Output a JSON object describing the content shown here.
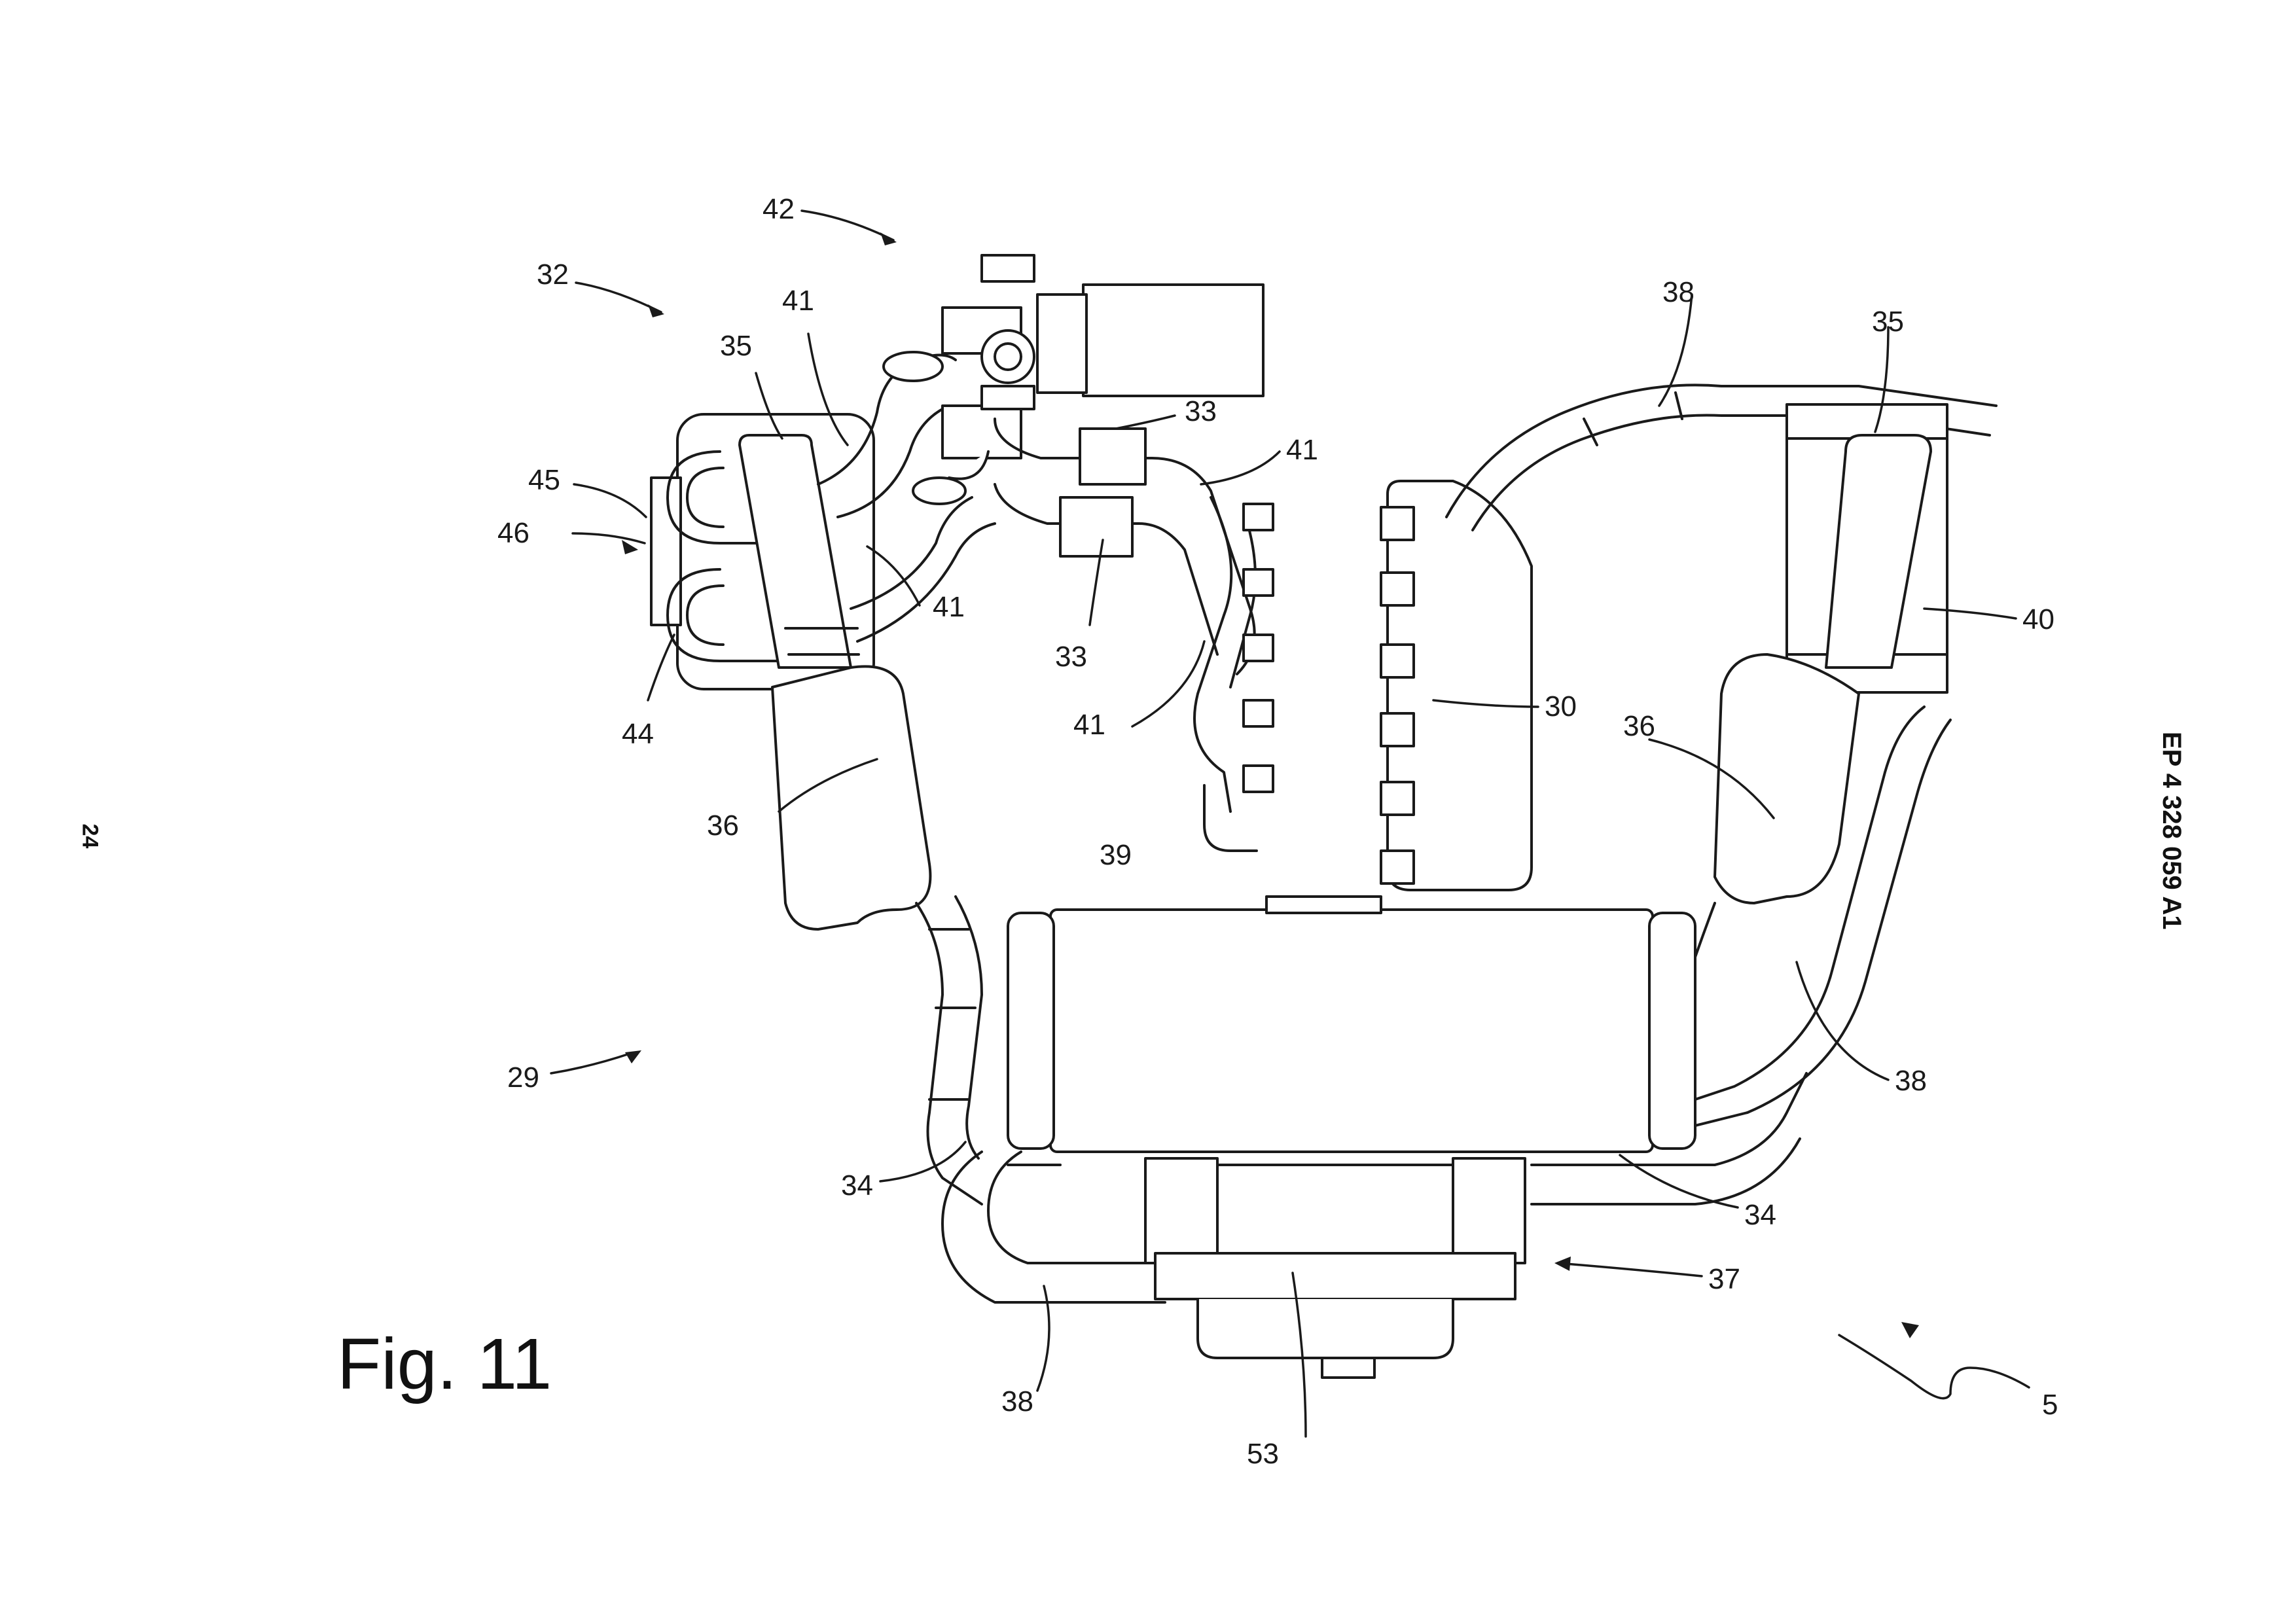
{
  "figure": {
    "caption": "Fig. 11"
  },
  "page": {
    "number": "24",
    "publication_number": "EP 4 328 059 A1"
  },
  "reference_numerals": {
    "n42": "42",
    "n32": "32",
    "n41a": "41",
    "n35a": "35",
    "n45": "45",
    "n46": "46",
    "n41b": "41",
    "n44": "44",
    "n36a": "36",
    "n33a": "33",
    "n41c": "41",
    "n33b": "33",
    "n41d": "41",
    "n38a": "38",
    "n35b": "35",
    "n40": "40",
    "n30": "30",
    "n36b": "36",
    "n39": "39",
    "n29": "29",
    "n38b": "38",
    "n34a": "34",
    "n34b": "34",
    "n37": "37",
    "n38c": "38",
    "n53": "53",
    "n5": "5"
  },
  "colors": {
    "line": "#1a1a1a",
    "fill": "#ffffff",
    "shade": "#f2f2f2"
  }
}
